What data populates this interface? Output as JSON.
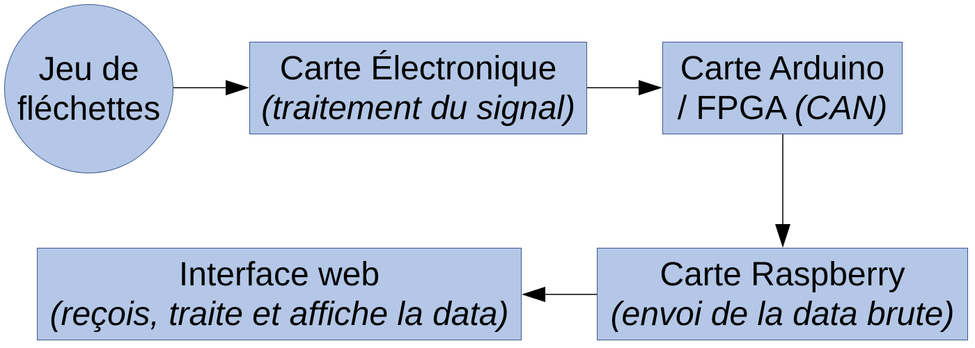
{
  "diagram": {
    "nodes": {
      "jeu": {
        "line1": "Jeu de",
        "line2": "fléchettes"
      },
      "electronique": {
        "line1": "Carte Électronique",
        "line2": "(traitement du signal)"
      },
      "arduino": {
        "line1": "Carte Arduino",
        "line2_plain": "/ FPGA ",
        "line2_italic": "(CAN)"
      },
      "raspberry": {
        "line1": "Carte Raspberry",
        "line2": "(envoi de la data brute)"
      },
      "interface": {
        "line1": "Interface web",
        "line2": "(reçois, traite et affiche la data)"
      }
    },
    "edges": [
      {
        "from": "jeu",
        "to": "electronique"
      },
      {
        "from": "electronique",
        "to": "arduino"
      },
      {
        "from": "arduino",
        "to": "raspberry"
      },
      {
        "from": "raspberry",
        "to": "interface"
      }
    ],
    "colors": {
      "node_fill": "#b4c7e7",
      "node_border": "#3c5a8c",
      "arrow": "#000000"
    }
  }
}
